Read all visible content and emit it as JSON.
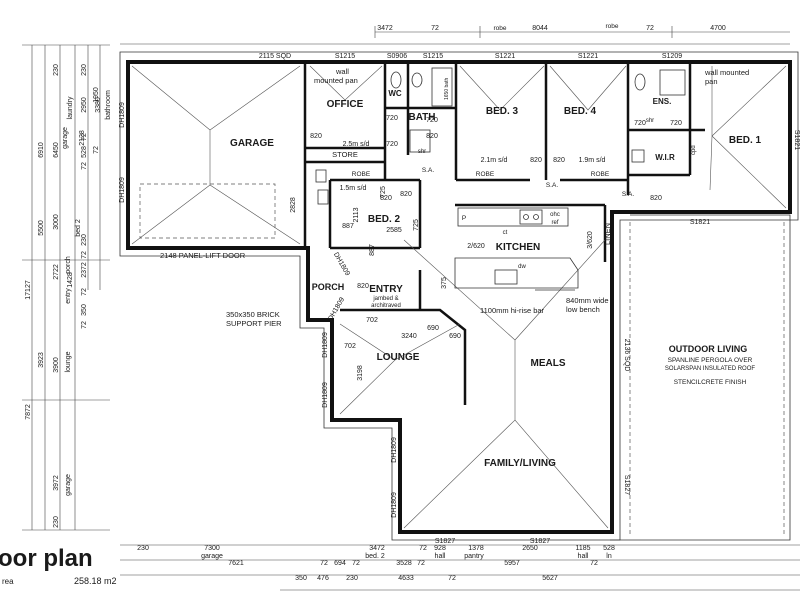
{
  "rooms": {
    "garage": "GARAGE",
    "office": "OFFICE",
    "bath": "BATH",
    "wc": "WC",
    "bed3": "BED. 3",
    "bed4": "BED. 4",
    "ens": "ENS.",
    "bed1": "BED. 1",
    "wir": "W.I.R",
    "bed2": "BED. 2",
    "kitchen": "KITCHEN",
    "porch": "PORCH",
    "entry": "ENTRY",
    "lounge": "LOUNGE",
    "meals": "MEALS",
    "family": "FAMILY/LIVING",
    "outdoor": "OUTDOOR LIVING",
    "linen": "LINEN",
    "store": "STORE"
  },
  "notes": {
    "pan_left_1": "wall",
    "pan_left_2": "mounted pan",
    "pan_right_1": "wall mounted",
    "pan_right_2": "pan",
    "door_garage": "2148 PANEL-LIFT DOOR",
    "pier_1": "350x350 BRICK",
    "pier_2": "SUPPORT PIER",
    "entry_sub_1": "jambed &",
    "entry_sub_2": "architraved",
    "rise_bar": "1100mm hi-rise bar",
    "bench_1": "840mm wide",
    "bench_2": "low bench",
    "pergola_1": "SPANLINE PERGOLA OVER",
    "pergola_2": "SOLARSPAN INSULATED ROOF",
    "stencil": "STENCILCRETE FINISH",
    "robe": "ROBE",
    "robe_top": "robe",
    "sa": "S.A.",
    "shr": "shr",
    "bath_size": "1650 bath",
    "dw": "dw",
    "ohc": "ohc",
    "ref": "ref",
    "ct": "ct",
    "p": "P",
    "cupd": "cpd"
  },
  "footer": {
    "title": "oor plan",
    "rea": "rea",
    "area": "258.18 m2"
  },
  "codes": {
    "s2115": "2115 SQD",
    "s1215a": "S1215",
    "s0906": "S0906",
    "s1215b": "S1215",
    "s1221a": "S1221",
    "s1221b": "S1221",
    "s1209": "S1209",
    "s1821r": "S1821",
    "s1821b": "S1821",
    "s2136": "2136 SQD",
    "s1827r": "S1827",
    "s1827a": "S1827",
    "s1827b": "S1827",
    "dh1809_g1": "DH1809",
    "dh1809_g2": "DH1809",
    "dh1809_p1": "DH1809",
    "dh1809_p2": "DH1809",
    "dh1809_l1": "DH1809",
    "dh1809_l2": "DH1809",
    "dh1809_f1": "DH1809",
    "dh1809_f2": "DH1809"
  },
  "dims": {
    "top": [
      "3472",
      "72",
      "8044",
      "72",
      "4700"
    ],
    "bottom1": [
      "230",
      "7300",
      "3472",
      "72",
      "928",
      "1378",
      "2650",
      "1185",
      "528"
    ],
    "bottom2": [
      "7621",
      "72",
      "694",
      "72",
      "3528",
      "72",
      "5957",
      "72"
    ],
    "bottom3": [
      "350",
      "476",
      "230",
      "4633",
      "72",
      "5627"
    ],
    "bottom_labels": [
      "garage",
      "bed. 2",
      "hall",
      "pantry",
      "hall",
      "ln"
    ],
    "left_outer": [
      "17127",
      "7872"
    ],
    "left_mid": [
      "6910",
      "5500",
      "3923"
    ],
    "left_inner": [
      "230",
      "6450",
      "3000",
      "2722",
      "1428",
      "3900",
      "3972",
      "230"
    ],
    "left_small": [
      "230",
      "2950",
      "72",
      "528",
      "72",
      "230",
      "72",
      "2372",
      "72",
      "350",
      "72"
    ],
    "left_labels": [
      "garage",
      "laundry",
      "bathroom",
      "bed 2",
      "porch",
      "entry",
      "lounge",
      "garage"
    ],
    "left_misc": [
      "1950",
      "3380",
      "2128",
      "72"
    ],
    "interior": [
      "820",
      "2.5m s/d",
      "720",
      "720",
      "720",
      "2.1m s/d",
      "820",
      "820",
      "1.9m s/d",
      "720",
      "720",
      "820",
      "1.5m s/d",
      "820",
      "2828",
      "2113",
      "2585",
      "887",
      "887",
      "725",
      "725",
      "820",
      "2/620",
      "3/620",
      "375",
      "702",
      "690",
      "3240",
      "690",
      "702",
      "3198",
      "820",
      "820"
    ]
  }
}
